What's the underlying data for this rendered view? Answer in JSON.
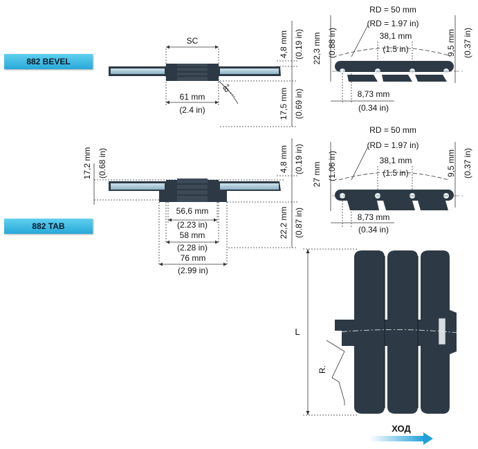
{
  "labels": {
    "bevel": "882 BEVEL",
    "tab": "882 TAB",
    "direction": "ХОД"
  },
  "bevel": {
    "sc": "SC",
    "width_mm": "61 mm",
    "width_in": "(2.4 in)",
    "angle": "8°",
    "top_mm": "4,8 mm",
    "top_in": "(0.19 in)",
    "bottom_mm": "17,5 mm",
    "bottom_in": "(0.69 in)",
    "side": {
      "rd_mm": "RD = 50 mm",
      "rd_in": "(RD = 1.97 in)",
      "pitch_mm": "38,1 mm",
      "pitch_in": "(1.5 in)",
      "left_mm": "22,3 mm",
      "left_in": "(0.88 in)",
      "right_mm": "9,5 mm",
      "right_in": "(0.37 in)",
      "pin_mm": "8,73 mm",
      "pin_in": "(0.34 in)"
    }
  },
  "tab": {
    "left_mm": "17,2 mm",
    "left_in": "(0.68 in)",
    "top_mm": "4,8 mm",
    "top_in": "(0.19 in)",
    "bottom_mm": "22,2 mm",
    "bottom_in": "(0.87 in)",
    "w1_mm": "56,6 mm",
    "w1_in": "(2.23 in)",
    "w2_mm": "58 mm",
    "w2_in": "(2.28 in)",
    "w3_mm": "76 mm",
    "w3_in": "(2.99 in)",
    "side": {
      "rd_mm": "RD = 50 mm",
      "rd_in": "(RD = 1.97 in)",
      "pitch_mm": "38,1 mm",
      "pitch_in": "(1.5 in)",
      "left_mm": "27 mm",
      "left_in": "(1.06 in)",
      "right_mm": "9,5 mm",
      "right_in": "(0.37 in)",
      "pin_mm": "8,73 mm",
      "pin_in": "(0.34 in)"
    }
  },
  "plan": {
    "length_label": "L",
    "radius_label": "R."
  }
}
